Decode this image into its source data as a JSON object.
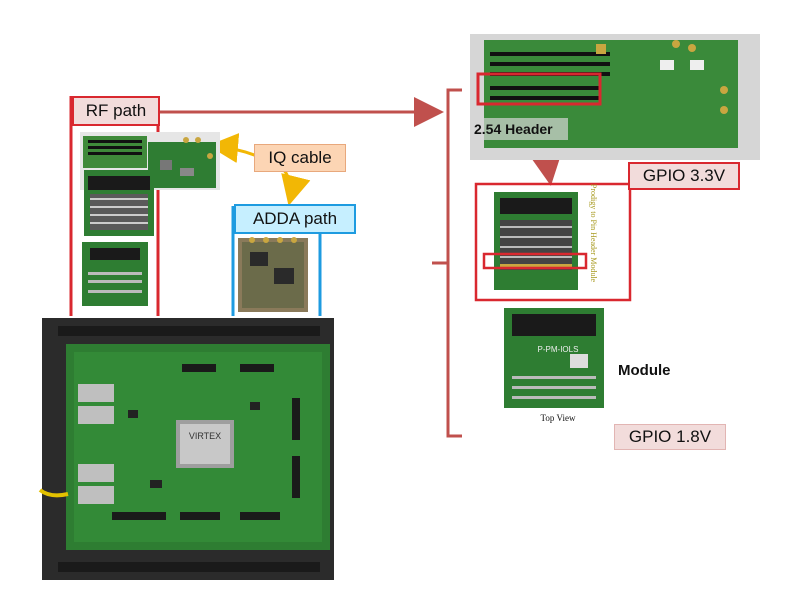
{
  "labels": {
    "rf_path": "RF path",
    "iq_cable": "IQ cable",
    "adda_path": "ADDA path",
    "header_254": "2.54 Header",
    "gpio_33": "GPIO 3.3V",
    "gpio_18": "GPIO 1.8V",
    "module": "Module",
    "top_view": "Top View"
  },
  "board_text": {
    "fpga_brand": "VIRTEX",
    "module_side_text": "Prodigy to Pin Header Module",
    "module_part": "P-PM-IOLS"
  },
  "colors": {
    "rf_red": "#d9282f",
    "arrow_red": "#c0504d",
    "iq_bg": "#fcd5b4",
    "adda_bg": "#c6efff",
    "adda_blue": "#1e9be0",
    "gpio_bg": "#f2dcdb",
    "arrow_orange": "#f2b705",
    "pcb_green": "#2e7d32",
    "chassis": "#2b2b2b"
  }
}
